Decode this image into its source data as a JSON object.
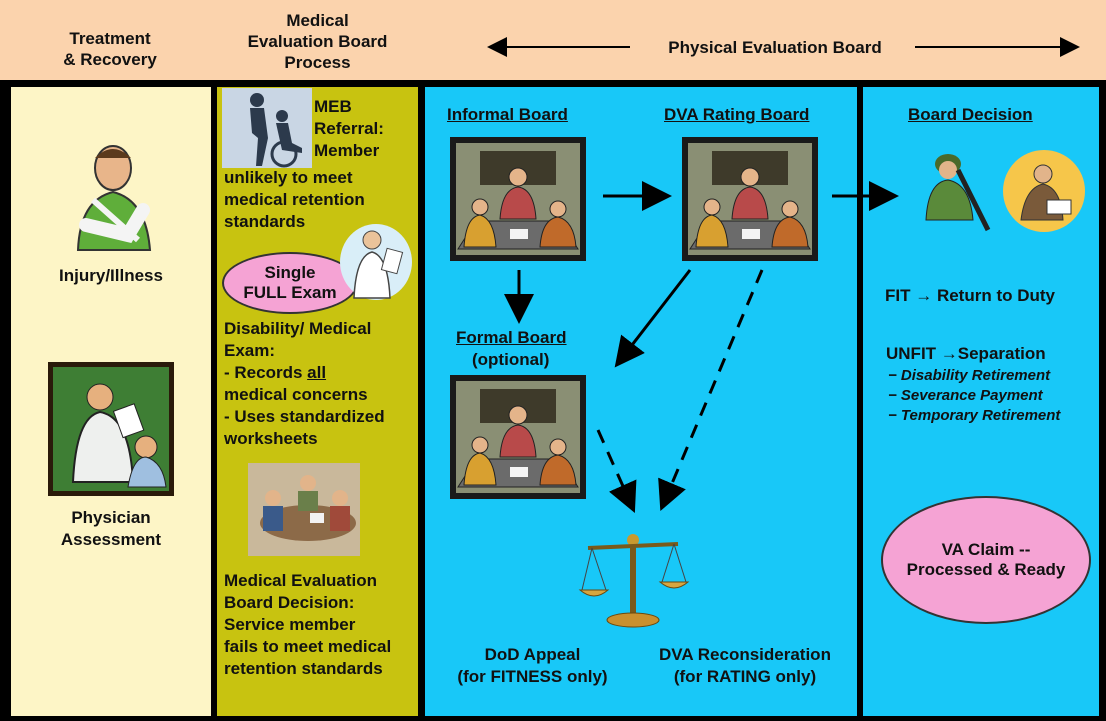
{
  "header": {
    "col1": [
      "Treatment",
      "& Recovery"
    ],
    "col2": [
      "Medical",
      "Evaluation Board",
      "Process"
    ],
    "peb": "Physical Evaluation Board"
  },
  "col1": {
    "injury": "Injury/Illness",
    "physician": [
      "Physician",
      "Assessment"
    ]
  },
  "col2": {
    "referral": [
      "MEB",
      "Referral:",
      "Member",
      "unlikely to meet",
      "medical retention",
      "standards"
    ],
    "exam_oval": [
      "Single",
      "FULL Exam"
    ],
    "exam": [
      "Disability/  Medical",
      "Exam:",
      "- Records ",
      "all",
      "medical concerns",
      "- Uses standardized",
      "worksheets"
    ],
    "decision": [
      "Medical Evaluation",
      "Board Decision:",
      "Service member",
      "fails to meet medical",
      "retention standards"
    ]
  },
  "col3": {
    "informal": "Informal Board",
    "dva_rating": "DVA Rating Board",
    "formal": "Formal Board",
    "optional": "(optional)",
    "appeal": [
      "DoD Appeal",
      "(for FITNESS only)"
    ],
    "recon": [
      "DVA Reconsideration",
      "(for RATING only)"
    ]
  },
  "col4": {
    "decision": "Board Decision",
    "fit": "FIT → Return to Duty",
    "unfit": "UNFIT →Separation",
    "options": [
      "− Disability Retirement",
      "− Severance Payment",
      "− Temporary Retirement"
    ],
    "va_claim": [
      "VA Claim --",
      "Processed & Ready"
    ]
  },
  "colors": {
    "header_bg": "#fbd3ad",
    "col1_bg": "#fdf5c6",
    "col2_bg": "#c8c310",
    "peb_bg": "#18c8f8",
    "oval_bg": "#f5a3d4"
  },
  "icons": [
    "injured-soldier-icon",
    "doctor-patient-icon",
    "wheelchair-icon",
    "doctor-clipboard-icon",
    "meeting-photo-icon",
    "board-meeting-icon",
    "scales-of-justice-icon",
    "soldier-icon",
    "thinking-man-icon"
  ]
}
